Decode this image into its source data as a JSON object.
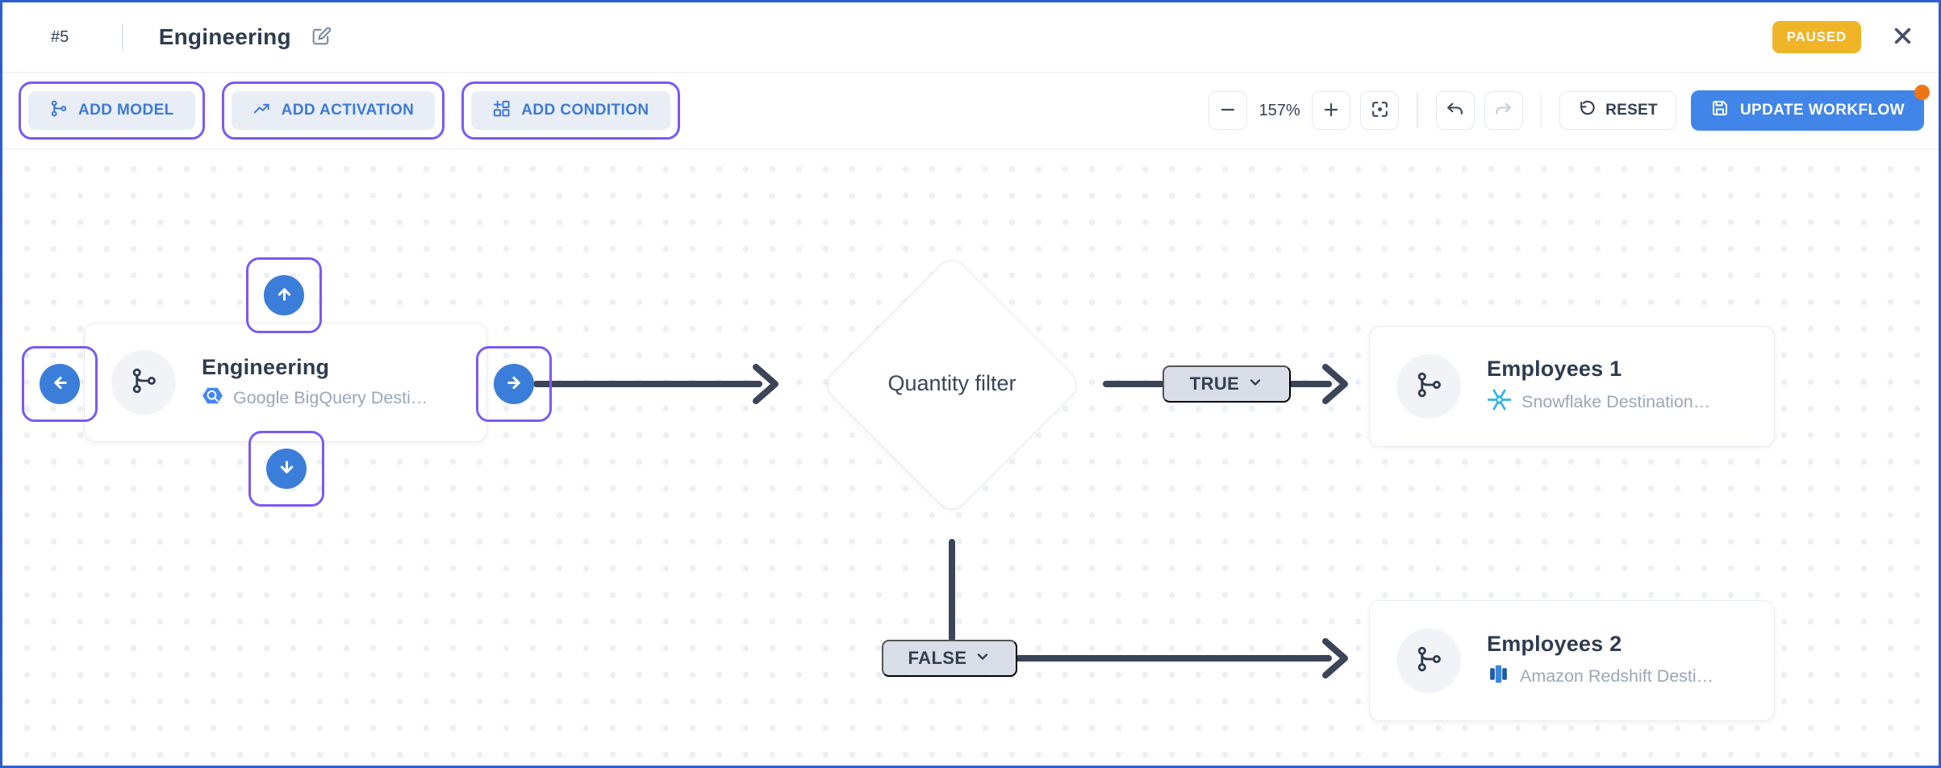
{
  "header": {
    "workflow_number": "#5",
    "title": "Engineering",
    "status": "PAUSED"
  },
  "toolbar": {
    "add_model": "ADD MODEL",
    "add_activation": "ADD ACTIVATION",
    "add_condition": "ADD CONDITION",
    "zoom_level": "157%",
    "reset": "RESET",
    "update_workflow": "UPDATE WORKFLOW"
  },
  "canvas": {
    "nodes": {
      "engineering": {
        "title": "Engineering",
        "subtitle": "Google BigQuery Desti…",
        "type": "model",
        "source_icon": "google-bigquery-icon"
      },
      "filter": {
        "title": "Quantity filter",
        "type": "condition"
      },
      "employees1": {
        "title": "Employees 1",
        "subtitle": "Snowflake Destination…",
        "type": "model",
        "source_icon": "snowflake-icon"
      },
      "employees2": {
        "title": "Employees 2",
        "subtitle": "Amazon Redshift Desti…",
        "type": "model",
        "source_icon": "amazon-redshift-icon"
      }
    },
    "edges": {
      "true_label": "TRUE",
      "false_label": "FALSE"
    }
  },
  "icons": {
    "model": "branch-icon",
    "activation": "trend-up-icon",
    "condition": "plus-grid-icon",
    "save": "floppy-disk-icon",
    "reset": "rotate-ccw-icon",
    "undo": "undo-arrow-icon",
    "redo": "redo-arrow-icon",
    "fit": "fit-view-icon",
    "edit": "pencil-square-icon",
    "close": "x-icon"
  },
  "colors": {
    "window_border": "#2c5ed2",
    "highlight_purple": "#7a5af5",
    "accent_blue": "#3d7ad6",
    "port_blue": "#3b7ed9",
    "update_button_blue": "#4285e8",
    "badge_yellow": "#f0b429",
    "notification_orange": "#ef7514",
    "edge_dark": "#3b4557",
    "pill_gray": "#d8dde7",
    "title_dark": "#2f3b50",
    "subtitle_gray": "#9aa7b7",
    "bigquery_blue": "#4487f2",
    "snowflake_blue": "#2bb5e8",
    "redshift_blue": "#1f5aa8"
  }
}
